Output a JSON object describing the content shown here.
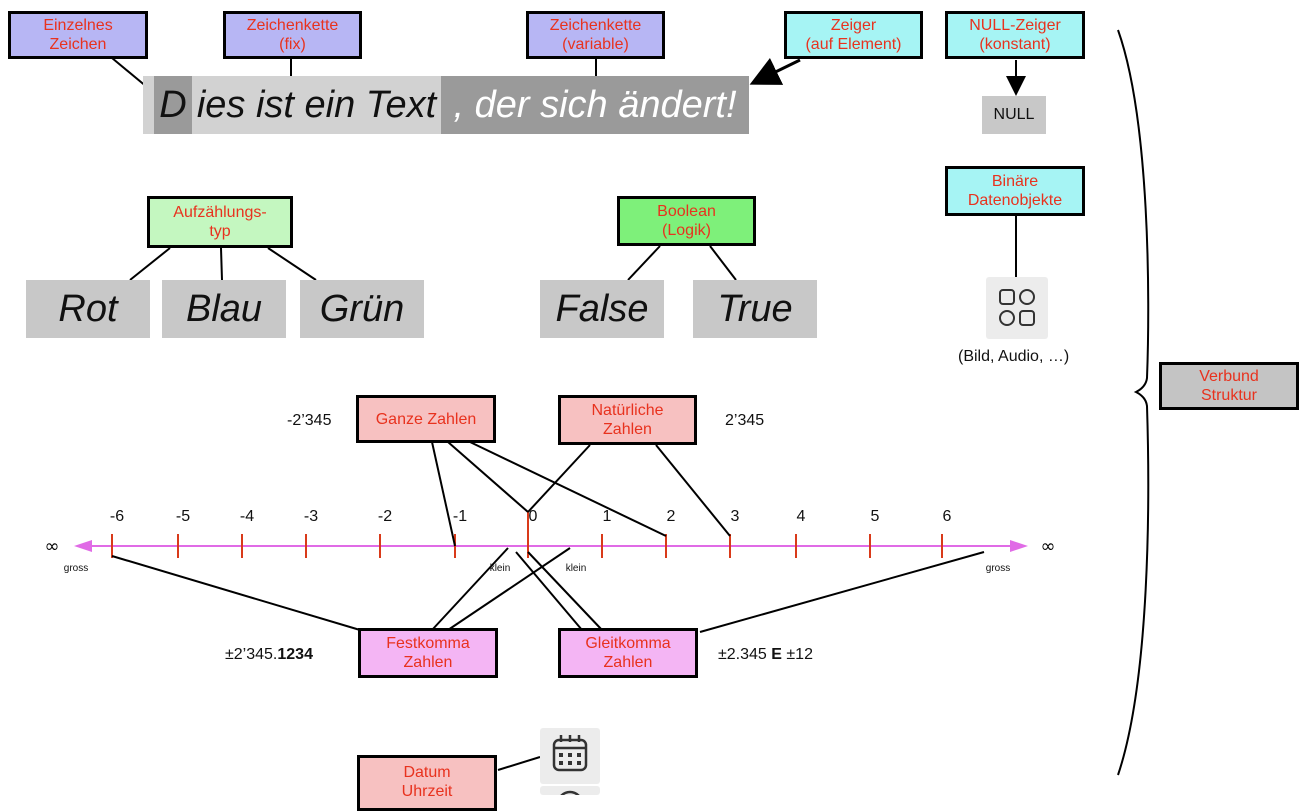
{
  "labels": {
    "einzelnes_zeichen": "Einzelnes\nZeichen",
    "zeichenkette_fix": "Zeichenkette\n(fix)",
    "zeichenkette_variable": "Zeichenkette\n(variable)",
    "zeiger": "Zeiger\n(auf Element)",
    "null_zeiger": "NULL-Zeiger\n(konstant)",
    "binaere": "Binäre\nDatenobjekte",
    "aufzaehlungstyp": "Aufzählungs-\ntyp",
    "boolean": "Boolean\n(Logik)",
    "verbund": "Verbund\nStruktur",
    "ganze_zahlen": "Ganze Zahlen",
    "natuerliche_zahlen": "Natürliche\nZahlen",
    "festkomma": "Festkomma\nZahlen",
    "gleitkomma": "Gleitkomma\nZahlen",
    "datum": "Datum\nUhrzeit"
  },
  "string_demo": {
    "first_char": "D",
    "fixed_part": "ies ist ein Text",
    "variable_part": ", der sich ändert!"
  },
  "null_value": "NULL",
  "enum_values": [
    "Rot",
    "Blau",
    "Grün"
  ],
  "bool_values": [
    "False",
    "True"
  ],
  "binary_caption": "(Bild, Audio, …)",
  "examples": {
    "ganze": "-2’345",
    "natuerlich": "2’345",
    "festkomma_prefix": "±2’345.",
    "festkomma_bold": "1234",
    "gleitkomma_prefix": "±2.345 ",
    "gleitkomma_bold": "E",
    "gleitkomma_suffix": " ±12"
  },
  "number_line": {
    "ticks": [
      -6,
      -5,
      -4,
      -3,
      -2,
      -1,
      0,
      1,
      2,
      3,
      4,
      5,
      6
    ],
    "infinity": "∞",
    "gross": "gross",
    "klein": "klein",
    "line_color": "#e06be6",
    "tick_color": "#d93a1a"
  },
  "colors": {
    "label_text": "#e8321e",
    "enum_box": "#c4f7c0",
    "boolean_box": "#7ef07a",
    "string_box": "#b7b6f4",
    "pointer_box": "#a6f4f4",
    "number_box": "#f7c1c1",
    "float_box": "#f4b5f4"
  },
  "icons": [
    "grid-icon",
    "calendar-icon",
    "clock-icon"
  ]
}
